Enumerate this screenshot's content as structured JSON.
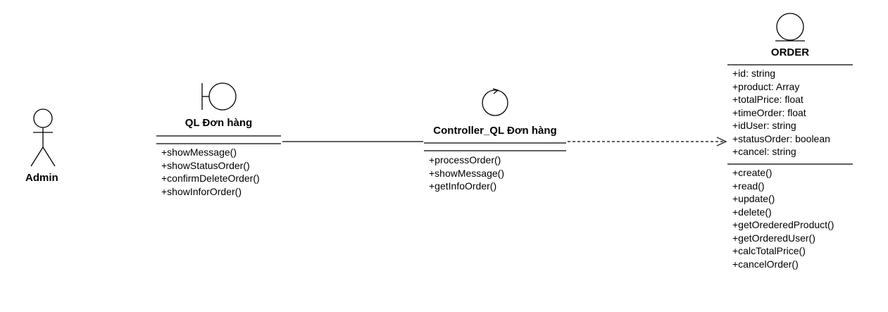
{
  "actor": {
    "label": "Admin"
  },
  "boundary": {
    "title": "QL Đơn hàng",
    "methods": [
      "+showMessage()",
      "+showStatusOrder()",
      "+confirmDeleteOrder()",
      "+showInforOrder()"
    ]
  },
  "control": {
    "title": "Controller_QL Đơn hàng",
    "methods": [
      "+processOrder()",
      "+showMessage()",
      "+getInfoOrder()"
    ]
  },
  "entity": {
    "title": "ORDER",
    "attributes": [
      "+id: string",
      "+product: Array",
      "+totalPrice: float",
      "+timeOrder: float",
      "+idUser: string",
      "+statusOrder: boolean",
      "+cancel: string"
    ],
    "methods": [
      "+create()",
      "+read()",
      "+update()",
      "+delete()",
      "+getOrederedProduct()",
      "+getOrderedUser()",
      "+calcTotalPrice()",
      "+cancelOrder()"
    ]
  },
  "colors": {
    "stroke": "#000000",
    "background": "#ffffff"
  }
}
